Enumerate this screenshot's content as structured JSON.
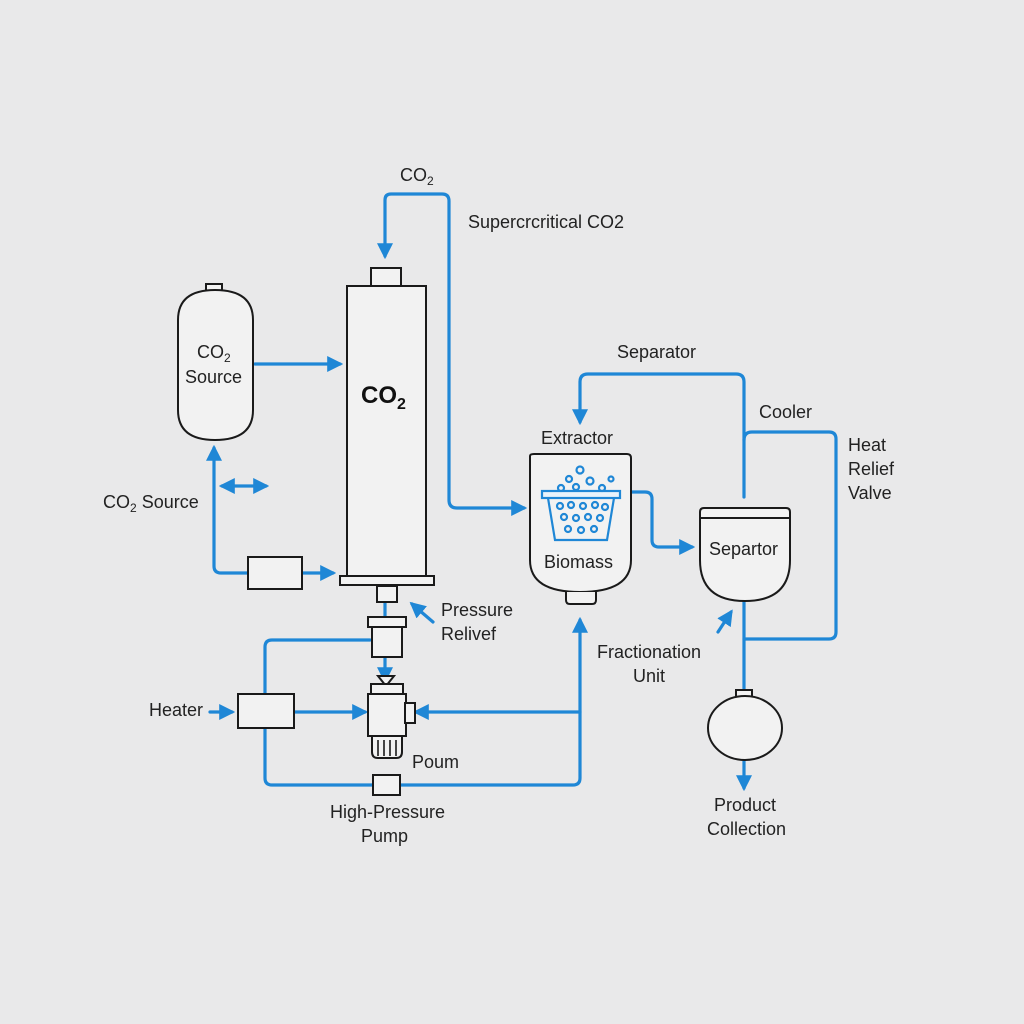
{
  "colors": {
    "background": "#e9e9ea",
    "pipe": "#1f87d6",
    "equipment_stroke": "#1a1a1a",
    "text": "#222222"
  },
  "labels": {
    "co2_inlet_top": {
      "main": "CO",
      "sub": "2"
    },
    "supercritical": "Supercrcritical CO2",
    "co2_source_tank": {
      "line1_main": "CO",
      "line1_sub": "2",
      "line2": "Source"
    },
    "co2_column": {
      "main": "CO",
      "sub": "2"
    },
    "co2_source_left": {
      "main": "CO",
      "sub": "2",
      "rest": " Source"
    },
    "separator_top": "Separator",
    "cooler": "Cooler",
    "heat_relief_valve": [
      "Heat",
      "Relief",
      "Valve"
    ],
    "extractor": "Extractor",
    "biomass": "Biomass",
    "separtor_vessel": "Separtor",
    "pressure_relief": [
      "Pressure",
      "Relivef"
    ],
    "fractionation_unit": [
      "Fractionation",
      "Unit"
    ],
    "heater": "Heater",
    "poum": "Poum",
    "high_pressure_pump": [
      "High-Pressure",
      "Pump"
    ],
    "product_collection": [
      "Product",
      "Collection"
    ]
  },
  "icons": [
    "co2-source-tank-icon",
    "extraction-column-icon",
    "extractor-vessel-icon",
    "biomass-basket-icon",
    "separator-vessel-icon",
    "collection-vessel-icon",
    "heater-box-icon",
    "pump-icon",
    "valve-icon",
    "flow-arrow-icon"
  ]
}
